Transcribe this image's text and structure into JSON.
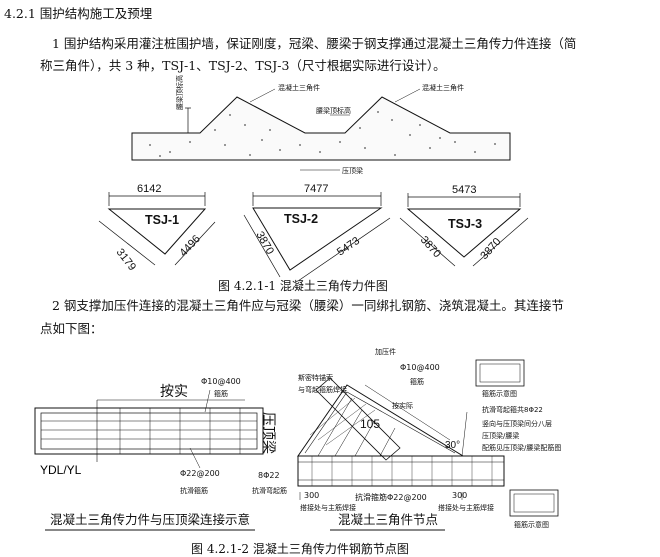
{
  "section": {
    "heading": "4.2.1 围护结构施工及预埋",
    "para1_line1": "1 围护结构采用灌注桩围护墙，保证刚度，冠梁、腰梁于钢支撑通过混凝土三角传力件连接（简",
    "para1_line2": "称三角件），共 3 种，TSJ-1、TSJ-2、TSJ-3（尺寸根据实际进行设计）。",
    "para2_line1": "2 钢支撑加压件连接的混凝土三角件应与冠梁（腰梁）一同绑扎钢筋、浇筑混凝土。其连接节",
    "para2_line2": "点如下图："
  },
  "figure1": {
    "caption": "图 4.2.1-1 混凝土三角传力件图",
    "labels": {
      "left_note": "腰梁顶标高",
      "concrete_triangle": "混凝土三角件",
      "middle_note": "腰梁顶标高",
      "pressure_beam": "压顶梁"
    },
    "tsj1": {
      "name": "TSJ-1",
      "top": "6142",
      "left": "3179",
      "right": "4496"
    },
    "tsj2": {
      "name": "TSJ-2",
      "top": "7477",
      "left": "3870",
      "right": "5473"
    },
    "tsj3": {
      "name": "TSJ-3",
      "top": "5473",
      "left": "3870",
      "right": "3870"
    }
  },
  "figure2": {
    "caption": "图 4.2.1-2 混凝土三角传力件钢筋节点图",
    "left": {
      "title": "混凝土三角传力件与压顶梁连接示意",
      "label_anxi": "按实",
      "label_beam": "压顶梁",
      "label_ydl": "YDL/YL",
      "label_phi10": "Φ10@400",
      "label_stirrup": "箍筋",
      "label_phi22": "Φ22@200",
      "label_anti": "抗滑箍筋",
      "label_8phi22": "8Φ22",
      "label_anti2": "抗滑弯起筋"
    },
    "right": {
      "title": "混凝土三角件节点",
      "label_press": "加压件",
      "label_phi10": "Φ10@400",
      "label_stirrup": "箍筋",
      "label_note1": "斯密特锚索",
      "label_note2": "与弯起箍筋焊接",
      "label_scale": "按实际",
      "label_105": "105",
      "label_30": "30°",
      "label_anti_bent": "抗滑弯起箍共8Φ22",
      "label_vert": "竖向与压顶梁间分八层",
      "label_top_beam": "压顶梁/腰梁",
      "label_config": "配筋见压顶梁/腰梁配筋图",
      "label_300a": "300",
      "label_300b": "300",
      "label_anchor_a": "搭接处与主筋焊接",
      "label_anchor_b": "搭接处与主筋焊接",
      "label_phi22b": "抗滑箍筋Φ22@200",
      "label_detail1": "箍筋示意图",
      "label_detail2": "箍筋示意图"
    }
  }
}
